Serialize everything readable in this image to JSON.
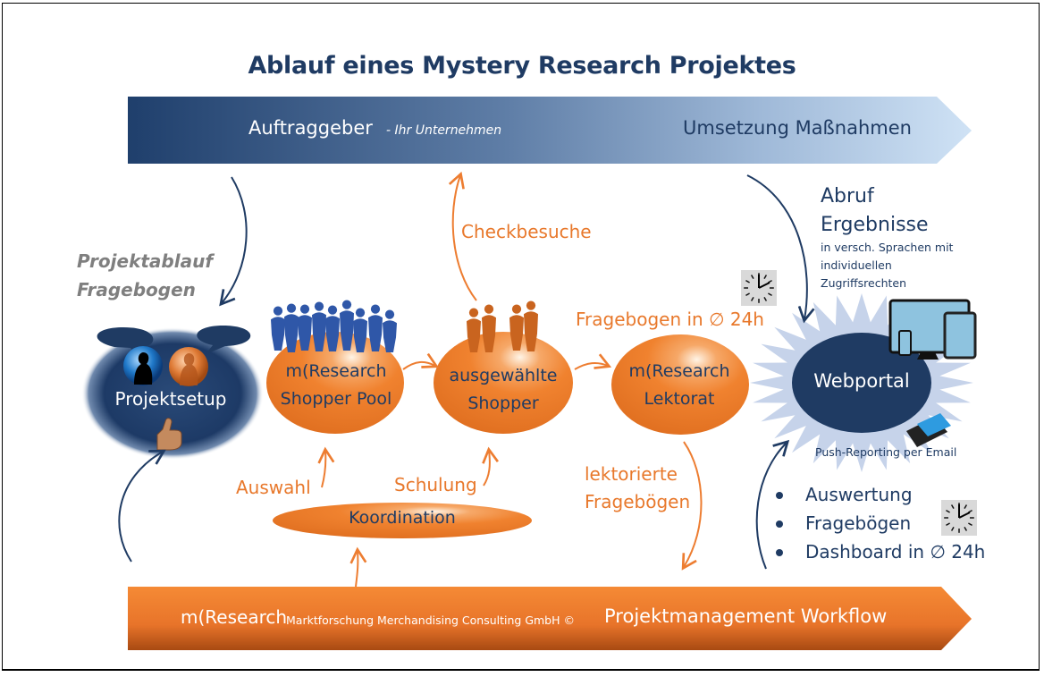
{
  "title": "Ablauf eines Mystery Research Projektes",
  "top_band": {
    "label": "Auftraggeber",
    "sublabel": "-  Ihr Unternehmen",
    "right_label": "Umsetzung Maßnahmen"
  },
  "project_flow_label": "Projektablauf\nFragebogen",
  "setup": {
    "label": "Projektsetup"
  },
  "nodes": {
    "pool": "m(Research\nShopper Pool",
    "selected": "ausgewählte\nShopper",
    "lektorat": "m(Research\nLektorat",
    "coordination": "Koordination"
  },
  "annotations": {
    "checkbesuche": "Checkbesuche",
    "fragebogen_24h": "Fragebogen in ∅ 24h",
    "auswahl": "Auswahl",
    "schulung": "Schulung",
    "lektorierte": "lektorierte\nFragebögen"
  },
  "results": {
    "title": "Abruf\nErgebnisse",
    "subtitle": "in versch. Sprachen mit\nindividuellen\nZugriffsrechten"
  },
  "webportal": {
    "label": "Webportal",
    "push_label": "Push-Reporting per Email"
  },
  "deliverables": [
    "Auswertung",
    "Fragebögen",
    "Dashboard in ∅ 24h"
  ],
  "bottom_band": {
    "brand": "m(Research",
    "company": "Marktforschung Merchandising Consulting GmbH ©",
    "label": "Projektmanagement Workflow"
  },
  "colors": {
    "navy": "#1f3b63",
    "band_dark": "#1f3f6c",
    "band_light": "#c9def3",
    "orange": "#f0822f",
    "orange_text": "#e8782b",
    "gray_text": "#7f7f7f",
    "starburst": "#c6d3ea"
  }
}
